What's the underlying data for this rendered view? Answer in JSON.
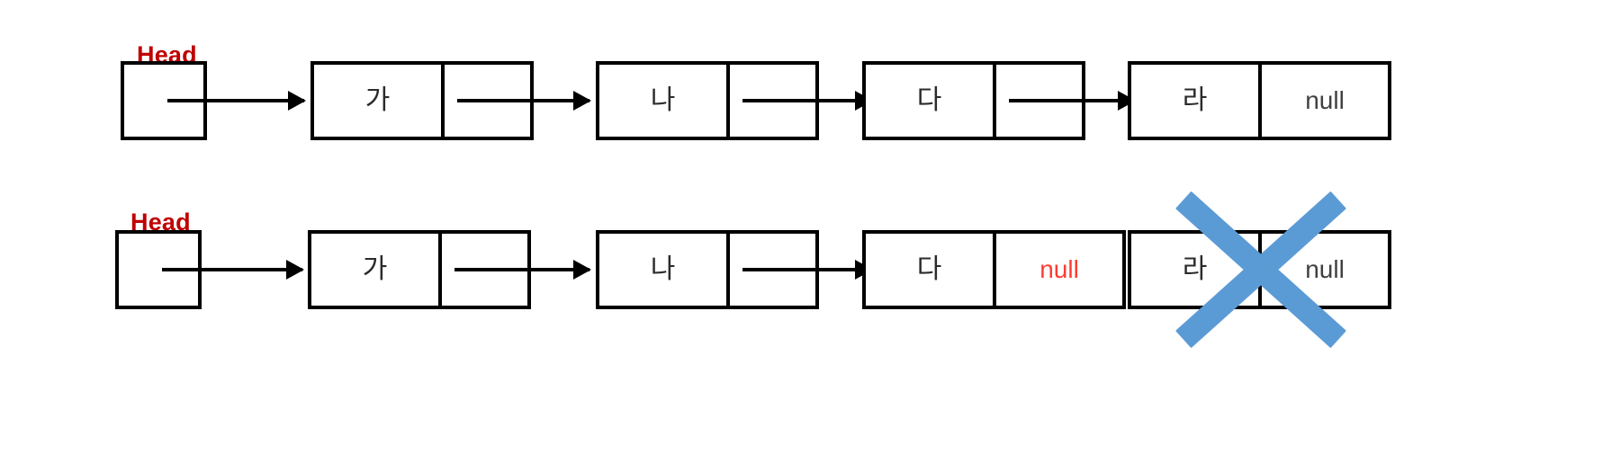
{
  "diagram": {
    "title": "Singly Linked List Node Deletion",
    "colors": {
      "head_label": "#C00000",
      "node_border": "#000000",
      "null_active": "#FF3B30",
      "null_inactive": "#404040",
      "strike": "#5B9BD5"
    }
  },
  "rows": [
    {
      "id": "before",
      "head_label": "Head",
      "nodes": [
        {
          "data": "가",
          "next": "",
          "next_kind": "pointer"
        },
        {
          "data": "나",
          "next": "",
          "next_kind": "pointer"
        },
        {
          "data": "다",
          "next": "",
          "next_kind": "pointer"
        },
        {
          "data": "라",
          "next": "null",
          "next_kind": "null-black"
        }
      ]
    },
    {
      "id": "after",
      "head_label": "Head",
      "nodes": [
        {
          "data": "가",
          "next": "",
          "next_kind": "pointer"
        },
        {
          "data": "나",
          "next": "",
          "next_kind": "pointer"
        },
        {
          "data": "다",
          "next": "null",
          "next_kind": "null-red"
        },
        {
          "data": "라",
          "next": "null",
          "next_kind": "null-black",
          "deleted": true
        }
      ]
    }
  ]
}
